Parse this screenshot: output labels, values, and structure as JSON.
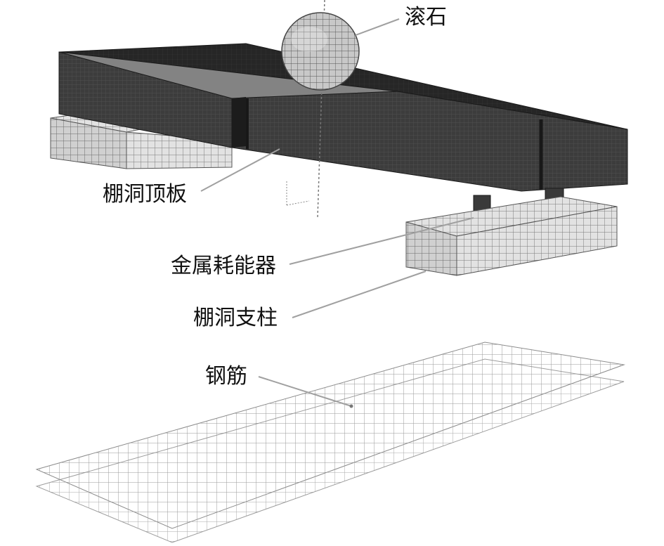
{
  "labels": {
    "rock": "滚石",
    "roof_slab": "棚洞顶板",
    "metal_damper": "金属耗能器",
    "column": "棚洞支柱",
    "rebar": "钢筋"
  }
}
